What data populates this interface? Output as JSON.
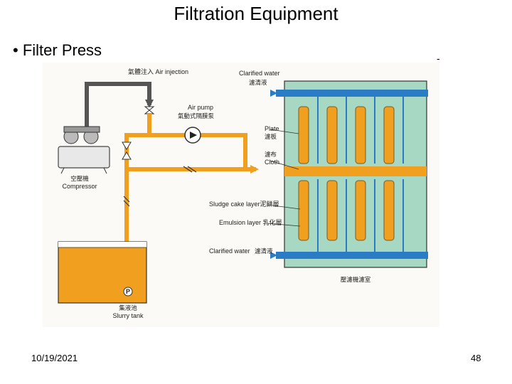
{
  "slide": {
    "title": "Filtration Equipment",
    "bullet": "• Filter Press",
    "dash": "-",
    "date": "10/19/2021",
    "page": "48"
  },
  "figure": {
    "air_injection": "氣體注入 Air injection",
    "clarified_water_top": "Clarified water",
    "clarified_water_top_zh": "濾清液",
    "air_pump": "Air pump",
    "air_pump_zh": "氣動式隔膜泵",
    "plate": "Plate",
    "plate_zh": "濾板",
    "cloth_zh": "濾布",
    "cloth": "Cloth",
    "compressor_zh": "空壓機",
    "compressor": "Compressor",
    "sludge_cake": "Sludge cake layer泥餅層",
    "emulsion": "Emulsion layer 乳化層",
    "clarified_water_bottom": "Clarified water",
    "clarified_water_bottom_zh": "濾清液",
    "pump_p": "P",
    "slurry_tank_zh": "集液池",
    "slurry_tank": "Slurry tank",
    "press_room": "壓濾機濾室",
    "colors": {
      "slurry": "#f0a01e",
      "water": "#2a7cc4",
      "air": "#555555",
      "plate": "#a6d8c4"
    }
  }
}
